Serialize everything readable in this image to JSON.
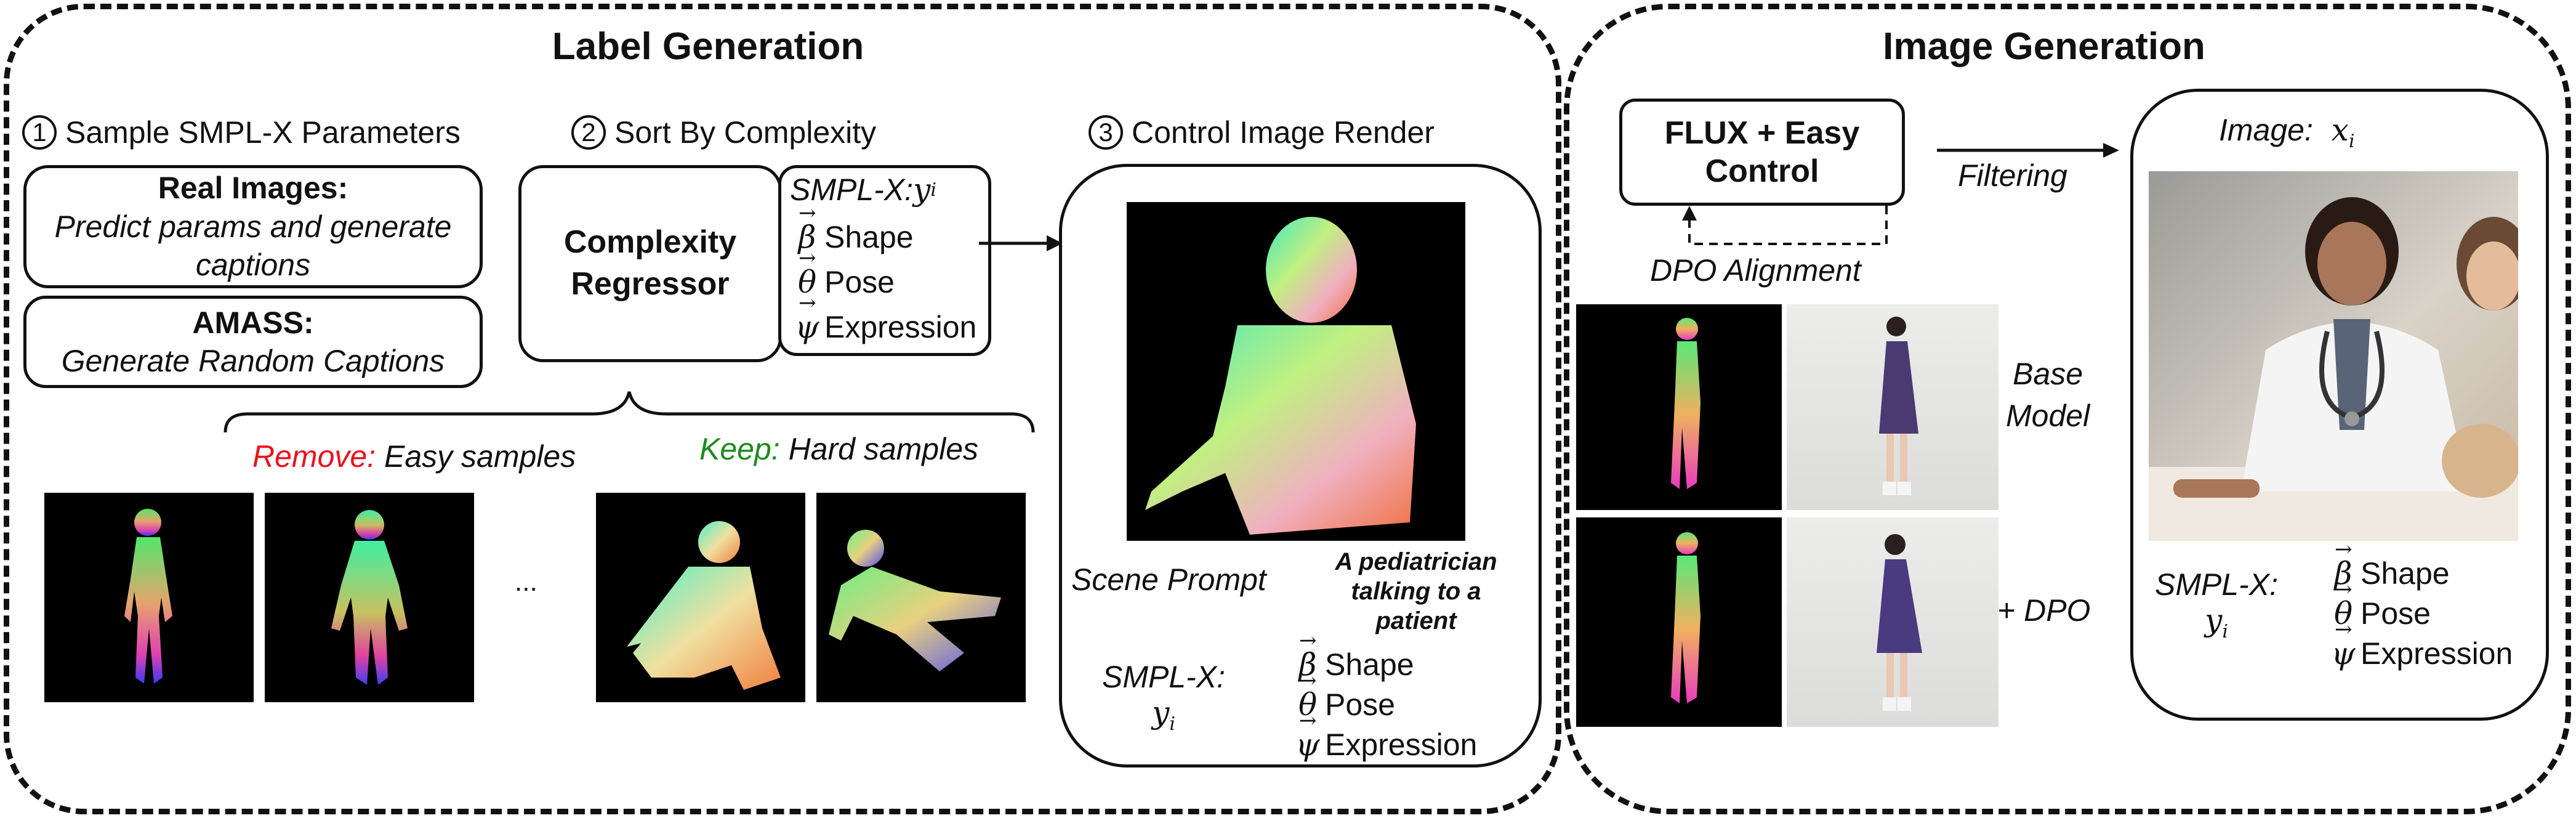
{
  "label_panel": {
    "title": "Label Generation",
    "step1": {
      "num": "1",
      "label": "Sample SMPL-X Parameters"
    },
    "step2": {
      "num": "2",
      "label": "Sort By Complexity"
    },
    "step3": {
      "num": "3",
      "label": "Control Image Render"
    },
    "real_images": {
      "heading": "Real Images:",
      "body": "Predict params and generate captions"
    },
    "amass": {
      "heading": "AMASS:",
      "body": "Generate Random Captions"
    },
    "regressor": {
      "line1": "Complexity",
      "line2": "Regressor"
    },
    "smplx_box": {
      "title": "SMPL-X:",
      "var": "y",
      "sub": "i",
      "shape": "Shape",
      "pose": "Pose",
      "expression": "Expression"
    },
    "remove_label": "Remove:",
    "remove_text": "Easy samples",
    "keep_label": "Keep:",
    "keep_text": "Hard samples",
    "ellipsis": "...",
    "scene_prompt_label": "Scene Prompt",
    "scene_prompt_text": "A pediatrician talking to a patient",
    "render_smplx": {
      "title": "SMPL-X:",
      "var": "y",
      "sub": "i",
      "shape": "Shape",
      "pose": "Pose",
      "expression": "Expression"
    }
  },
  "image_panel": {
    "title": "Image Generation",
    "flux": {
      "line1": "FLUX + Easy",
      "line2": "Control"
    },
    "dpo_alignment": "DPO Alignment",
    "filtering": "Filtering",
    "base_model": {
      "line1": "Base",
      "line2": "Model"
    },
    "plus_dpo": "+ DPO",
    "output": {
      "image_label": "Image:",
      "image_var": "x",
      "image_sub": "i",
      "smplx_title": "SMPL-X:",
      "var": "y",
      "sub": "i",
      "shape": "Shape",
      "pose": "Pose",
      "expression": "Expression"
    }
  },
  "symbols": {
    "beta": "β",
    "theta": "θ",
    "psi": "ψ"
  },
  "colors": {
    "remove": "#e8141c",
    "keep": "#1f8a1f"
  }
}
